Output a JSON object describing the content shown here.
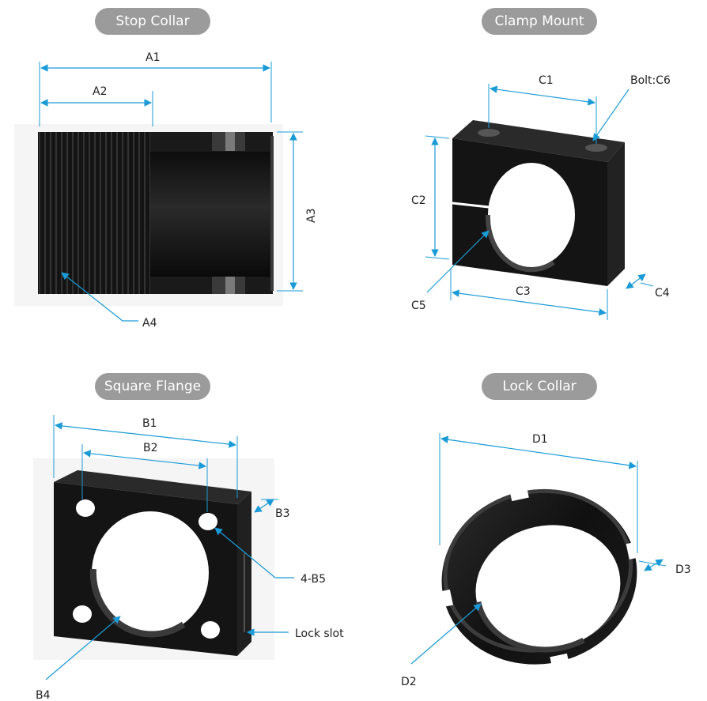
{
  "panels": {
    "stop_collar": {
      "title": "Stop Collar",
      "labels": {
        "a1": "A1",
        "a2": "A2",
        "a3": "A3",
        "a4": "A4"
      }
    },
    "clamp_mount": {
      "title": "Clamp Mount",
      "labels": {
        "c1": "C1",
        "c2": "C2",
        "c3": "C3",
        "c4": "C4",
        "c5": "C5",
        "c6": "Bolt:C6"
      }
    },
    "square_flange": {
      "title": "Square Flange",
      "labels": {
        "b1": "B1",
        "b2": "B2",
        "b3": "B3",
        "b4": "B4",
        "b5": "4-B5",
        "lock_slot": "Lock slot"
      }
    },
    "lock_collar": {
      "title": "Lock Collar",
      "labels": {
        "d1": "D1",
        "d2": "D2",
        "d3": "D3"
      }
    }
  },
  "colors": {
    "dimension_line": "#1a9bd7",
    "part_body": "#141414",
    "pill_background": "#9b9b9b",
    "label_text": "#222222"
  }
}
